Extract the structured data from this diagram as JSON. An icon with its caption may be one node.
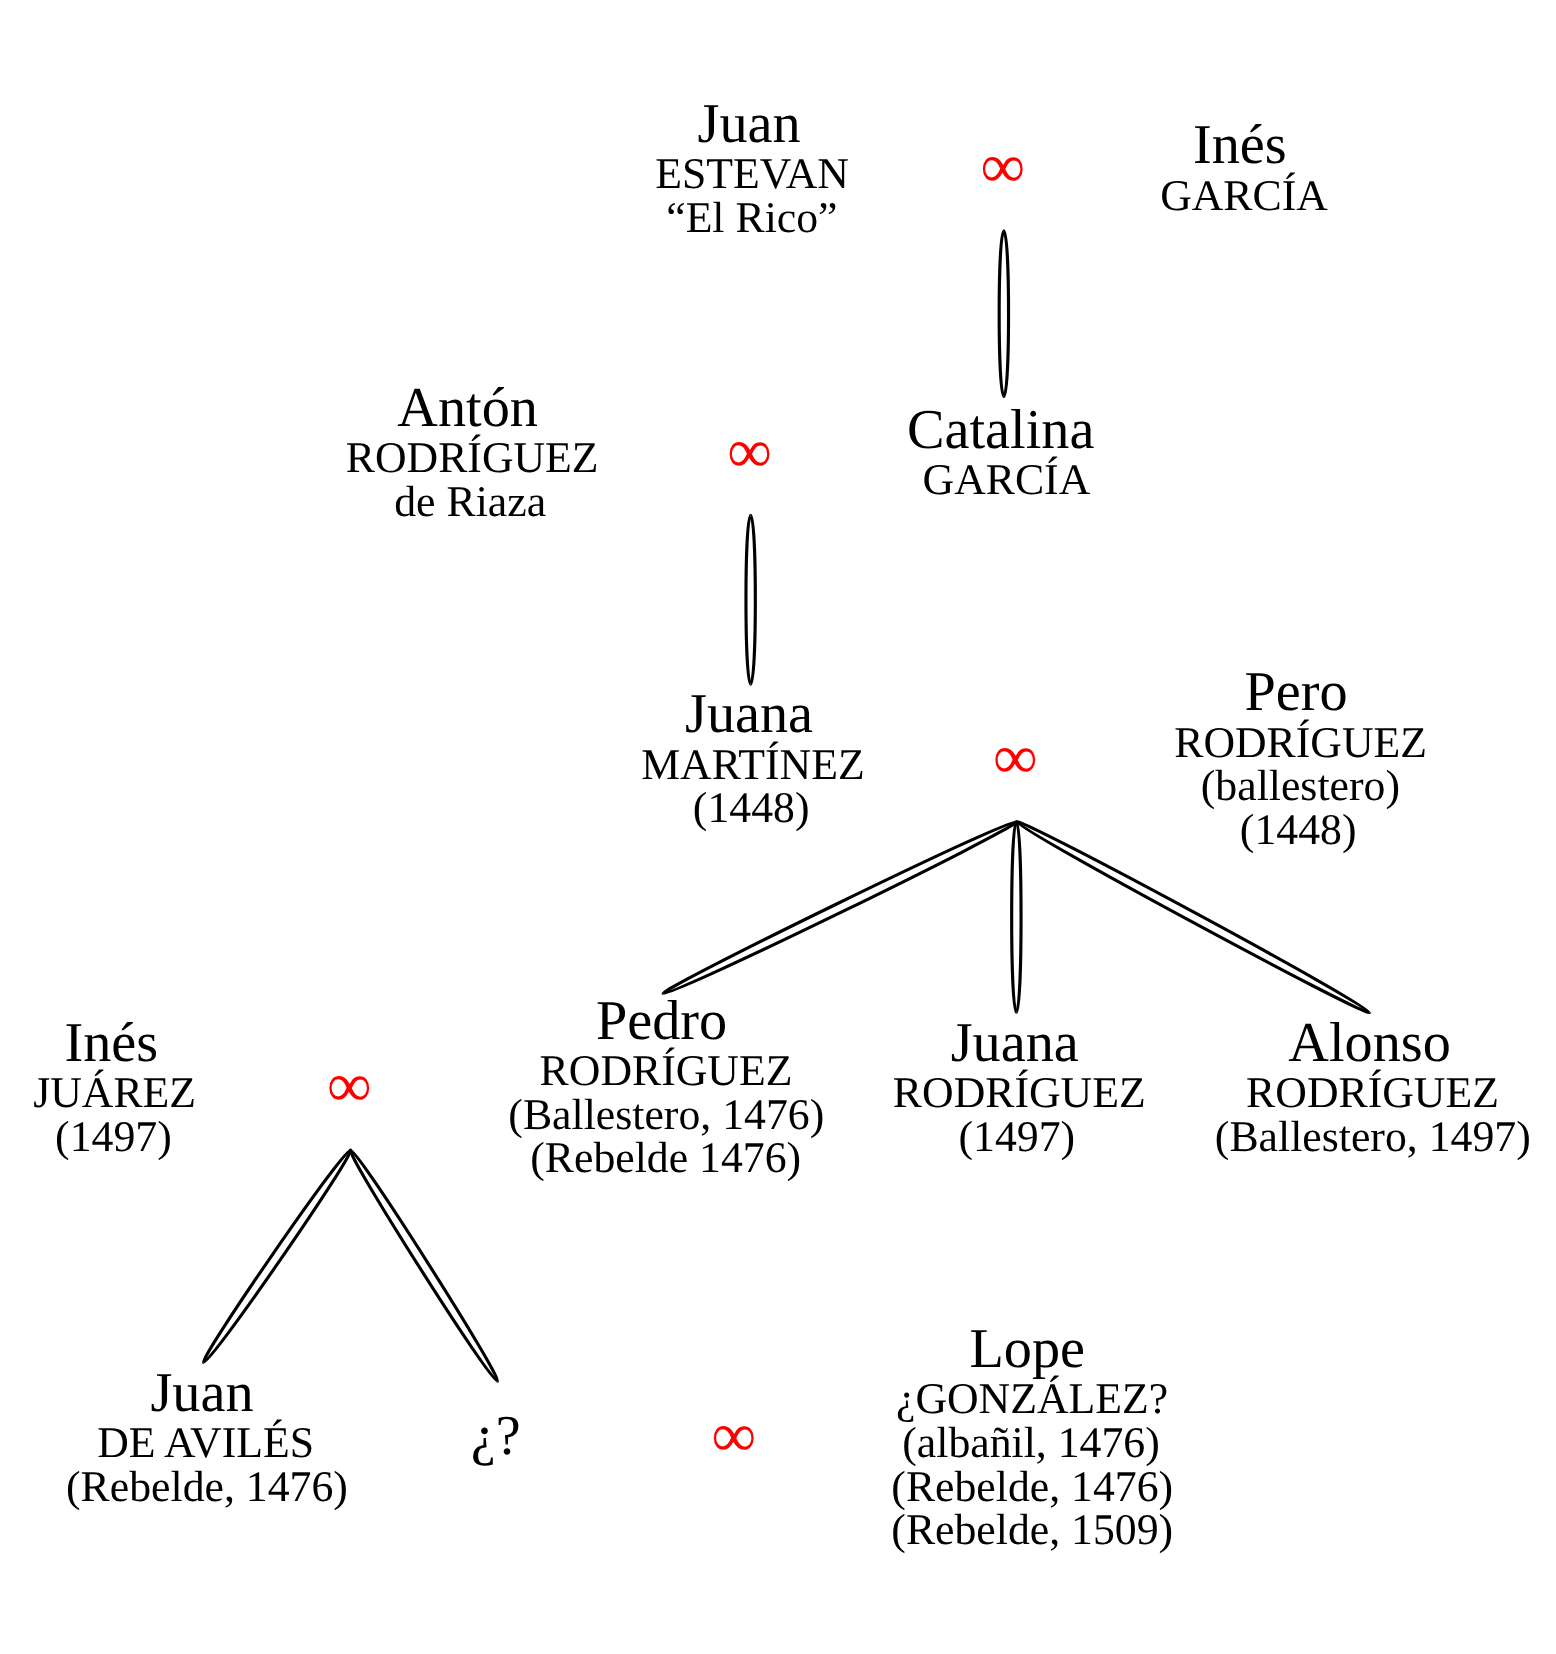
{
  "diagram": {
    "nodes": [
      {
        "text": [
          "Juan",
          "ESTEVAN",
          "“El Rico”"
        ]
      },
      {
        "text": [
          "∞"
        ]
      },
      {
        "text": [
          "Inés",
          "GARCÍA"
        ]
      },
      {
        "text": [
          "Antón",
          "RODRÍGUEZ",
          "de Riaza"
        ]
      },
      {
        "text": [
          "∞"
        ]
      },
      {
        "text": [
          "Catalina",
          "GARCÍA"
        ]
      },
      {
        "text": [
          "Juana",
          "MARTÍNEZ",
          "(1448)"
        ]
      },
      {
        "text": [
          "∞"
        ]
      },
      {
        "text": [
          "Pero",
          "RODRÍGUEZ",
          "(ballestero)",
          "(1448)"
        ]
      },
      {
        "text": [
          "Inés",
          "JUÁREZ",
          "(1497)"
        ]
      },
      {
        "text": [
          "∞"
        ]
      },
      {
        "text": [
          "Pedro",
          "RODRÍGUEZ",
          "(Ballestero, 1476)",
          "(Rebelde 1476)"
        ]
      },
      {
        "text": [
          "Juana",
          "RODRÍGUEZ",
          "(1497)"
        ]
      },
      {
        "text": [
          "Alonso",
          "RODRÍGUEZ",
          "(Ballestero, 1497)"
        ]
      },
      {
        "text": [
          "Juan",
          "DE AVILÉS",
          "(Rebelde, 1476)"
        ]
      },
      {
        "text": [
          "¿?"
        ]
      },
      {
        "text": [
          "∞"
        ]
      },
      {
        "text": [
          "Lope",
          "¿GONZÁLEZ?",
          "(albañil, 1476)",
          "(Rebelde, 1476)",
          "(Rebelde, 1509)"
        ]
      }
    ],
    "edges": [
      {
        "from": 1,
        "to": 5,
        "arrow": "none"
      },
      {
        "from": 4,
        "to": 6,
        "arrow": "none"
      },
      {
        "from": 7,
        "to": 11,
        "arrow": "none"
      },
      {
        "from": 7,
        "to": 12,
        "arrow": "none"
      },
      {
        "from": 7,
        "to": 13,
        "arrow": "none"
      },
      {
        "from": 10,
        "to": 14,
        "arrow": "none"
      },
      {
        "from": 10,
        "to": 15,
        "arrow": "none"
      }
    ]
  }
}
